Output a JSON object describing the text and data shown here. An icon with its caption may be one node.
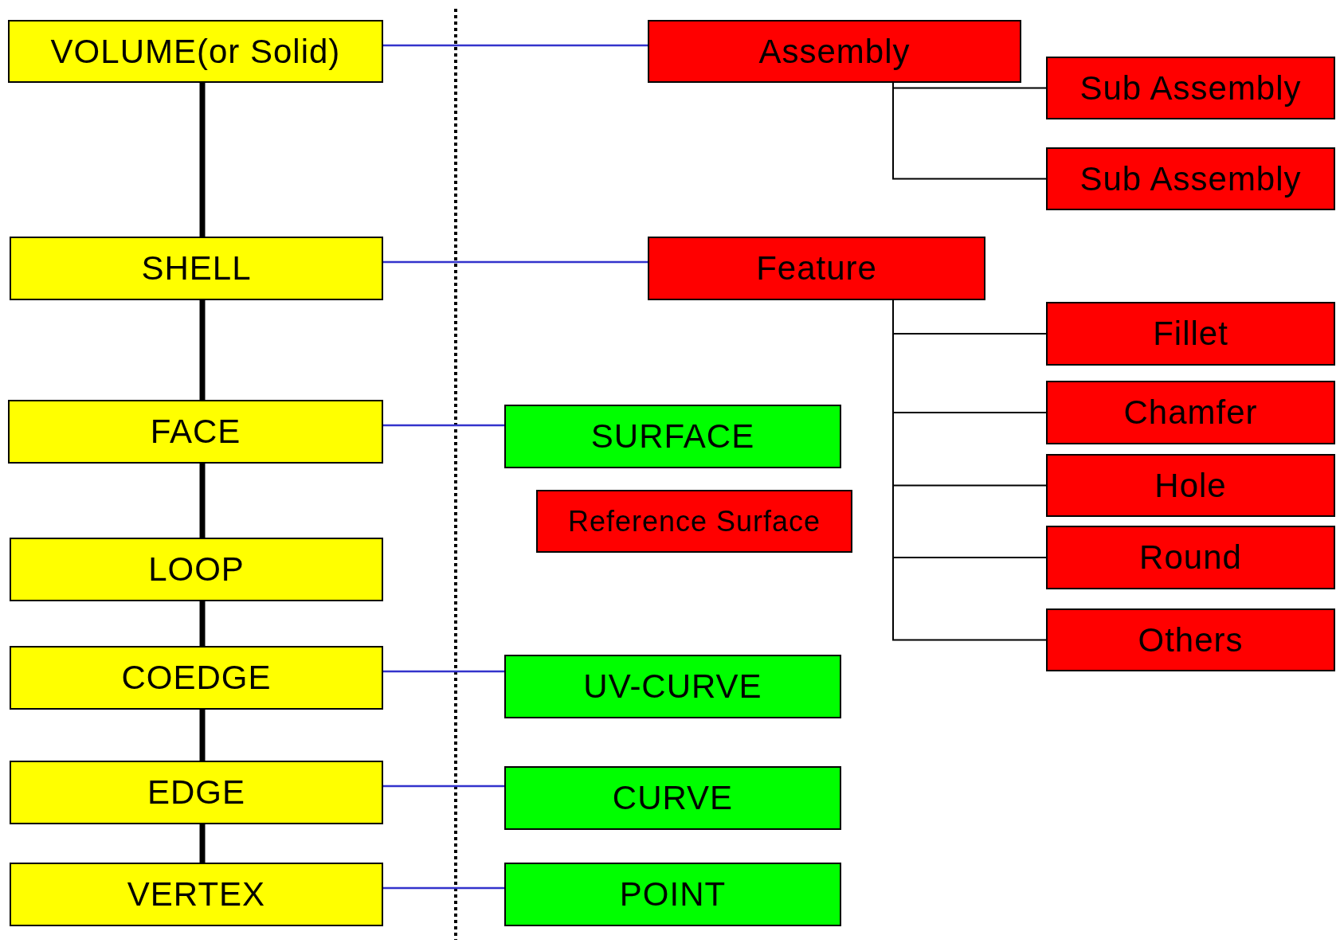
{
  "diagram": {
    "nodes": [
      {
        "text": [
          "VOLUME(or Solid)"
        ]
      },
      {
        "text": [
          "SHELL"
        ]
      },
      {
        "text": [
          "FACE"
        ]
      },
      {
        "text": [
          "LOOP"
        ]
      },
      {
        "text": [
          "COEDGE"
        ]
      },
      {
        "text": [
          "EDGE"
        ]
      },
      {
        "text": [
          "VERTEX"
        ]
      },
      {
        "text": [
          "Assembly"
        ]
      },
      {
        "text": [
          "Sub Assembly"
        ]
      },
      {
        "text": [
          "Sub Assembly"
        ]
      },
      {
        "text": [
          "Feature"
        ]
      },
      {
        "text": [
          "Fillet"
        ]
      },
      {
        "text": [
          "Chamfer"
        ]
      },
      {
        "text": [
          "Hole"
        ]
      },
      {
        "text": [
          "Round"
        ]
      },
      {
        "text": [
          "Others"
        ]
      },
      {
        "text": [
          "SURFACE"
        ]
      },
      {
        "text": [
          "Reference Surface"
        ]
      },
      {
        "text": [
          "UV-CURVE"
        ]
      },
      {
        "text": [
          "CURVE"
        ]
      },
      {
        "text": [
          "POINT"
        ]
      }
    ],
    "edges": [
      {
        "from": 0,
        "to": 1,
        "arrow": "none",
        "style": "thick"
      },
      {
        "from": 1,
        "to": 2,
        "arrow": "none",
        "style": "thick"
      },
      {
        "from": 2,
        "to": 3,
        "arrow": "none",
        "style": "thick"
      },
      {
        "from": 3,
        "to": 4,
        "arrow": "none",
        "style": "thick"
      },
      {
        "from": 4,
        "to": 5,
        "arrow": "none",
        "style": "thick"
      },
      {
        "from": 5,
        "to": 6,
        "arrow": "none",
        "style": "thick"
      },
      {
        "from": 0,
        "to": 7,
        "arrow": "none",
        "color": "#3333cc"
      },
      {
        "from": 1,
        "to": 10,
        "arrow": "none",
        "color": "#3333cc"
      },
      {
        "from": 2,
        "to": 16,
        "arrow": "none",
        "color": "#3333cc"
      },
      {
        "from": 4,
        "to": 18,
        "arrow": "none",
        "color": "#3333cc"
      },
      {
        "from": 5,
        "to": 19,
        "arrow": "none",
        "color": "#3333cc"
      },
      {
        "from": 6,
        "to": 20,
        "arrow": "none",
        "color": "#3333cc"
      },
      {
        "from": 7,
        "to": 8,
        "arrow": "none"
      },
      {
        "from": 7,
        "to": 9,
        "arrow": "none"
      },
      {
        "from": 10,
        "to": 11,
        "arrow": "none"
      },
      {
        "from": 10,
        "to": 12,
        "arrow": "none"
      },
      {
        "from": 10,
        "to": 13,
        "arrow": "none"
      },
      {
        "from": 10,
        "to": 14,
        "arrow": "none"
      },
      {
        "from": 10,
        "to": 15,
        "arrow": "none"
      }
    ]
  }
}
